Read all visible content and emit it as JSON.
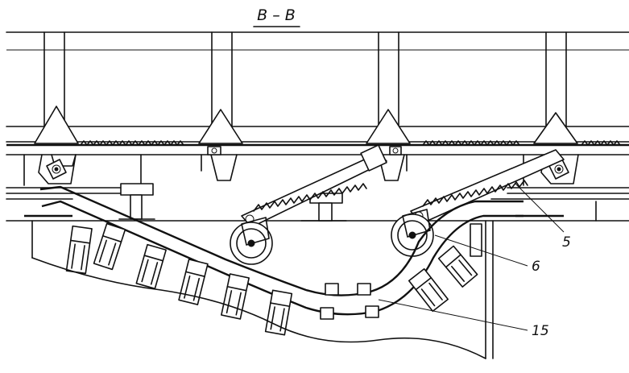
{
  "view_title": "B – B",
  "labels": {
    "part_5": "5",
    "part_6": "6",
    "part_15": "15"
  }
}
